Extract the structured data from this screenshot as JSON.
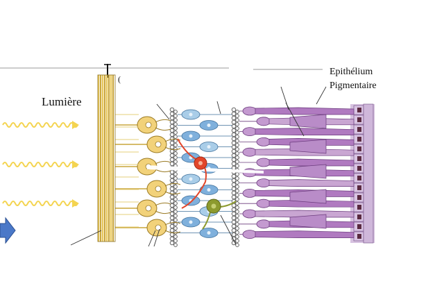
{
  "labels": {
    "light": "Lumière",
    "epithelium_line1": "Epithélium",
    "epithelium_line2": "Pigmentaire",
    "fragment": "("
  },
  "colors": {
    "nerve_fibers": "#e8c85a",
    "ganglion_cells": "#f2d27a",
    "amacrine_cell": "#e2462a",
    "horizontal_cell": "#8c9a2e",
    "bipolar_cells": "#7fb0dc",
    "photoreceptors": "#b07ac0",
    "pigment_epithelium": "#c9a6d2",
    "light_arrows": "#f4d450",
    "direction_arrow": "#4a78c8"
  },
  "icons": {
    "light_waves": "wavy-arrow-icon",
    "direction": "blue-arrow-icon"
  }
}
